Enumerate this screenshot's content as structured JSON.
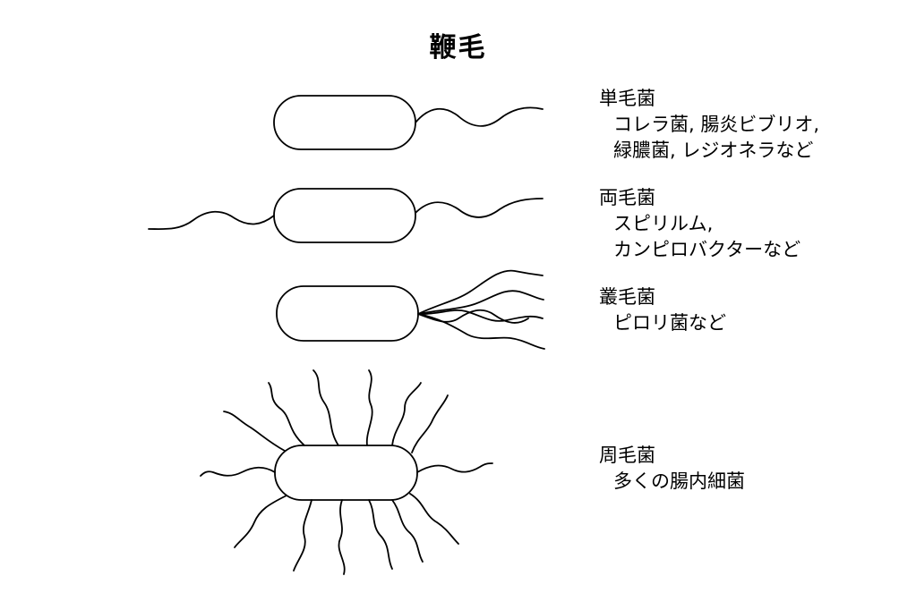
{
  "title": "鞭毛",
  "types": [
    {
      "name": "単毛菌",
      "examples": [
        "コレラ菌, 腸炎ビブリオ,",
        "緑膿菌, レジオネラなど"
      ]
    },
    {
      "name": "両毛菌",
      "examples": [
        "スピリルム,",
        "カンピロバクターなど"
      ]
    },
    {
      "name": "叢毛菌",
      "examples": [
        "ピロリ菌など"
      ]
    },
    {
      "name": "周毛菌",
      "examples": [
        "多くの腸内細菌"
      ]
    }
  ],
  "colors": {
    "stroke": "#000000",
    "background": "#ffffff"
  }
}
